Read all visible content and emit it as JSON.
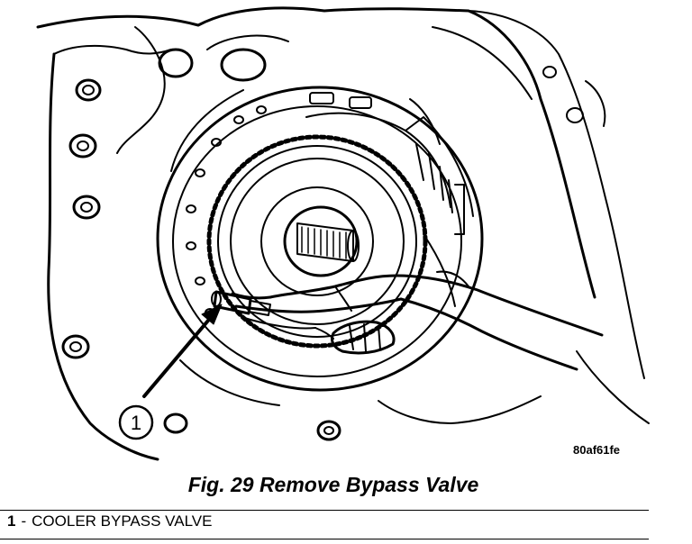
{
  "figure": {
    "caption": "Fig. 29 Remove Bypass Valve",
    "image_id": "80af61fe"
  },
  "callouts": [
    {
      "number": "1"
    }
  ],
  "legend": [
    {
      "number": "1",
      "separator": "-",
      "label": "COOLER BYPASS VALVE"
    }
  ]
}
